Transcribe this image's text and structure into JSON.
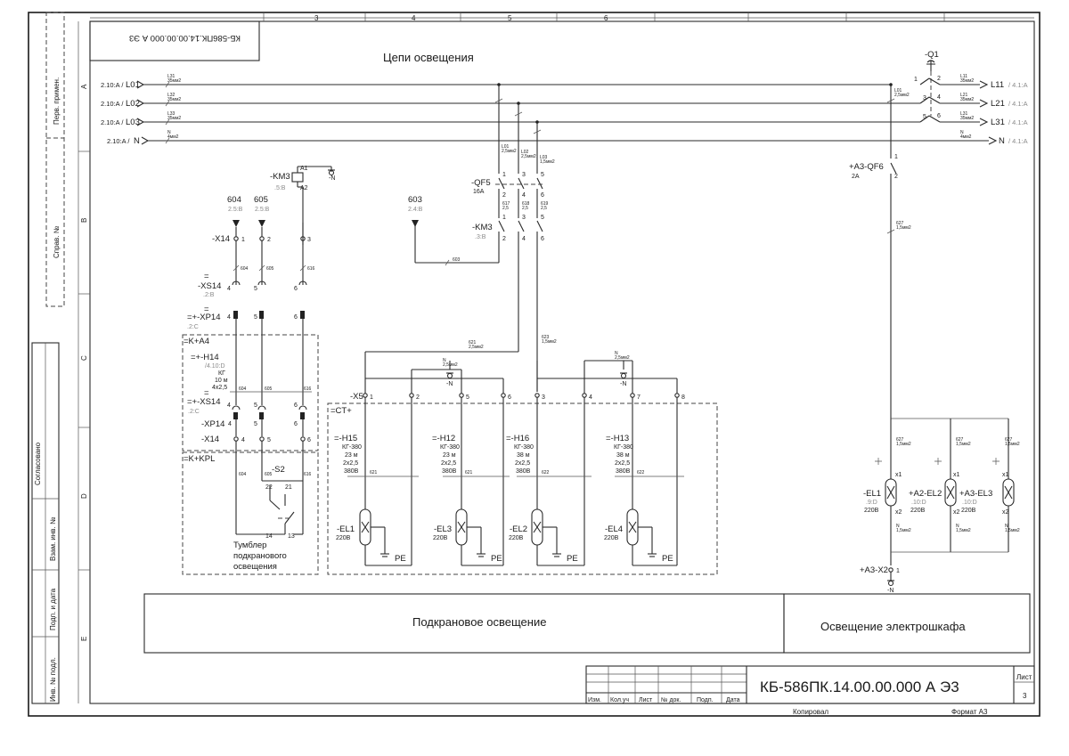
{
  "frame": {
    "columns": [
      "3",
      "4",
      "5",
      "6"
    ],
    "rows": [
      "A",
      "B",
      "C",
      "D",
      "E"
    ],
    "side_stamp_top": [
      "Перв. примен.",
      "Справ. №"
    ],
    "side_stamp_bottom": [
      "Согласовано",
      "Взам. инв. №",
      "Подп. и дата",
      "Инв. № подл."
    ],
    "mirrored_code": "КБ-586ПК.14.00.00.000 А Э3"
  },
  "title": "Цепи освещения",
  "buses": [
    {
      "ref": "2.10:A /",
      "name": "L01",
      "wire": "L31",
      "sec": "35мм2",
      "out": "L11",
      "out_ref": "/ 4.1:A",
      "ws": "L11",
      "wsec": "35мм2"
    },
    {
      "ref": "2.10:A /",
      "name": "L02",
      "wire": "L32",
      "sec": "35мм2",
      "out": "L21",
      "out_ref": "/ 4.1:A",
      "ws": "L21",
      "wsec": "35мм2"
    },
    {
      "ref": "2.10:A /",
      "name": "L03",
      "wire": "L33",
      "sec": "35мм2",
      "out": "L31",
      "out_ref": "/ 4.1:A",
      "ws": "L31",
      "wsec": "35мм2"
    },
    {
      "ref": "2.10:A /",
      "name": "N",
      "wire": "N",
      "sec": "4мм2",
      "out": "N",
      "out_ref": "/ 4.1:A",
      "ws": "N",
      "wsec": "4мм2"
    }
  ],
  "q1": {
    "name": "-Q1",
    "pins": [
      "1",
      "2",
      "3",
      "4",
      "5",
      "6"
    ]
  },
  "km3_coil": {
    "name": "-KM3",
    "ref": ".5:B",
    "a1": "A1",
    "a2": "A2",
    "gnd": "-N"
  },
  "qf5": {
    "name": "-QF5",
    "rating": "16A",
    "top": [
      "1",
      "3",
      "5"
    ],
    "bottom": [
      "2",
      "4",
      "6"
    ],
    "wires_top": [
      "L01",
      "L02",
      "L03"
    ],
    "wires_bot": [
      "617",
      "618",
      "619"
    ],
    "sec": "2,5мм2",
    "sec_b": "2,5",
    "sec_c": "1,5мм2"
  },
  "km3_contact": {
    "name": "-KM3",
    "ref": ".3:B",
    "top": [
      "1",
      "3",
      "5"
    ],
    "bottom": [
      "2",
      "4",
      "6"
    ]
  },
  "terminal_603": {
    "num": "603",
    "ref": "2.4:B",
    "wire": "603"
  },
  "refs_top": [
    {
      "num": "604",
      "ref": "2.5:B"
    },
    {
      "num": "605",
      "ref": "2.5:B"
    }
  ],
  "x14_top": {
    "name": "-X14",
    "pins": [
      "1",
      "2",
      "3"
    ],
    "wires": [
      "604",
      "605",
      "616"
    ]
  },
  "xs14": {
    "eq": "=",
    "name": "-XS14",
    "ref": ".2:B",
    "pins": [
      "4",
      "5",
      "6"
    ]
  },
  "xp14": {
    "eq": "=",
    "name": "=+-XP14",
    "ref": ".2:C",
    "pins": [
      "4",
      "5",
      "6"
    ]
  },
  "box_a4": {
    "name": "=K+A4",
    "h14": {
      "name": "=+-H14",
      "ref": "/4.10:D",
      "cable": "КГ",
      "length": "10 м",
      "cores": "4x2,5"
    },
    "xs14b": {
      "eq": "=",
      "name": "=+-XS14",
      "ref": ".2:C",
      "pins": [
        "4",
        "5",
        "6"
      ],
      "wires": [
        "604",
        "605",
        "616"
      ]
    },
    "xp14b": {
      "name": "-XP14",
      "pins": [
        "4",
        "5",
        "6"
      ]
    },
    "x14b": {
      "name": "-X14",
      "pins": [
        "4",
        "5",
        "6"
      ]
    }
  },
  "box_kpl": {
    "name": "=K+KPL",
    "switch": "-S2",
    "pins": [
      "22",
      "21",
      "14",
      "13"
    ],
    "wires": [
      "604",
      "605",
      "616"
    ],
    "caption": [
      "Тумблер",
      "подкранового",
      "освещения"
    ]
  },
  "x5": {
    "name": "-X5",
    "pins": [
      "1",
      "2",
      "5",
      "6",
      "3",
      "4",
      "7",
      "8"
    ],
    "w1": "621",
    "w1s": "2,5мм2",
    "w2": "623",
    "w2s": "1,5мм2",
    "n1": "N",
    "n1s": "2,5мм2",
    "n2": "N",
    "n2s": "2,5мм2",
    "gnd": "-N"
  },
  "box_ct": {
    "name": "=CT+"
  },
  "cables": [
    {
      "name": "=-H15",
      "type": "КГ-380",
      "len": "23 м",
      "cores": "2x2,5",
      "volt": "380В",
      "w": "621"
    },
    {
      "name": "=-H12",
      "type": "КГ-380",
      "len": "23 м",
      "cores": "2x2,5",
      "volt": "380В",
      "w": "621"
    },
    {
      "name": "=-H16",
      "type": "КГ-380",
      "len": "38 м",
      "cores": "2x2,5",
      "volt": "380В",
      "w": "622"
    },
    {
      "name": "=-H13",
      "type": "КГ-380",
      "len": "38 м",
      "cores": "2x2,5",
      "volt": "380В",
      "w": "622"
    }
  ],
  "lamps": [
    {
      "name": "-EL1",
      "volt": "220В",
      "pe": "PE"
    },
    {
      "name": "-EL3",
      "volt": "220В",
      "pe": "PE"
    },
    {
      "name": "-EL2",
      "volt": "220В",
      "pe": "PE"
    },
    {
      "name": "-EL4",
      "volt": "220В",
      "pe": "PE"
    }
  ],
  "cabinet": {
    "qf6": {
      "name": "+A3-QF6",
      "rating": "2A",
      "pins": [
        "1",
        "2"
      ],
      "wire_in": "L01",
      "wire_in_s": "2,5мм2",
      "wire_out": "627",
      "wire_out_s": "1,5мм2"
    },
    "lamps": [
      {
        "name": "-EL1",
        "ref": ".9:D",
        "volt": "220В"
      },
      {
        "name": "+A2-EL2",
        "ref": ".10:D",
        "volt": "220В"
      },
      {
        "name": "+A3-EL3",
        "ref": ".10:D",
        "volt": "220В"
      }
    ],
    "lamp_wire": "627",
    "lamp_wire_s": "1,5мм2",
    "n_wire": "N",
    "n_wire_s": "1,5мм2",
    "x1": "x1",
    "x2": "x2",
    "x2_block": {
      "name": "+A3-X2",
      "pin": "1",
      "gnd": "-N"
    }
  },
  "sections": [
    "Подкрановое  освещение",
    "Освещение электрошкафа"
  ],
  "stamp": {
    "code": "КБ-586ПК.14.00.00.000 А Э3",
    "sheet_label": "Лист",
    "sheet": "3",
    "cols": [
      "Изм.",
      "Кол.уч",
      "Лист",
      "№ док.",
      "Подп.",
      "Дата"
    ],
    "copied": "Копировал",
    "format": "Формат  А3"
  }
}
